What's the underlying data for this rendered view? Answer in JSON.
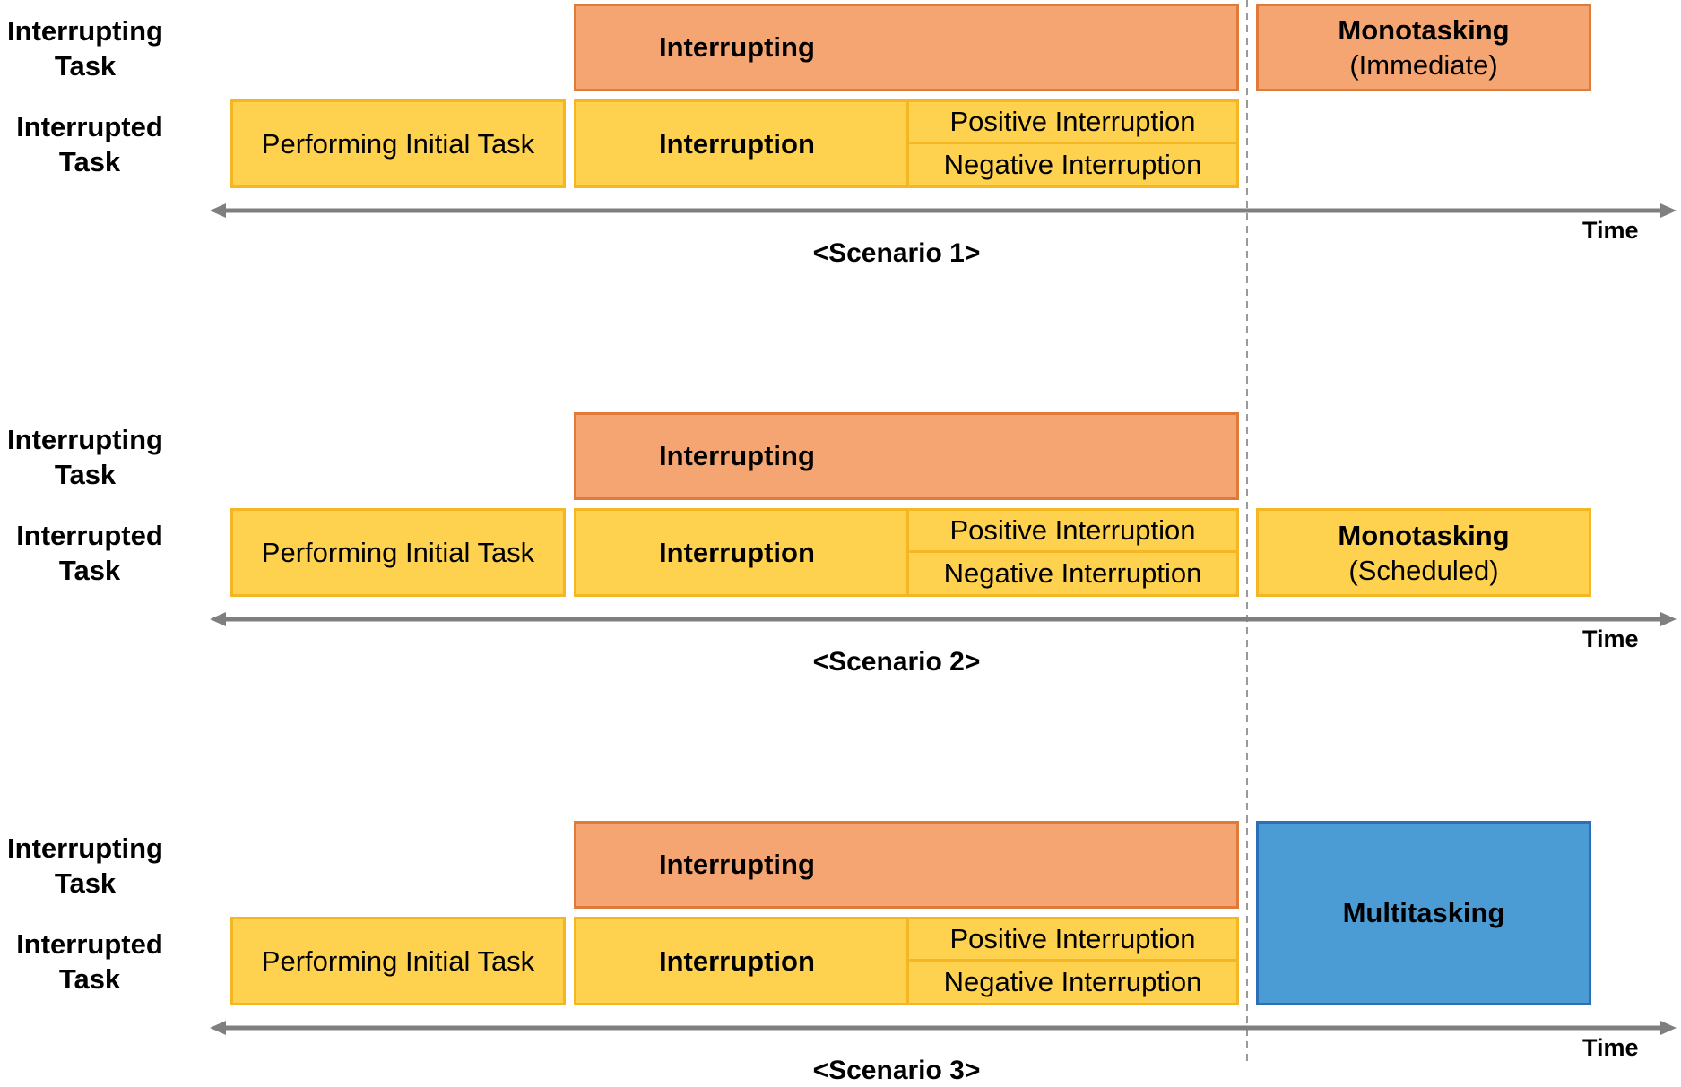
{
  "row_labels": {
    "interrupting": "Interrupting\nTask",
    "interrupted": "Interrupted\nTask"
  },
  "scenarios": [
    {
      "caption": "<Scenario 1>",
      "initial_task": "Performing Initial Task",
      "interrupting": "Interrupting",
      "interruption": "Interruption",
      "positive": "Positive Interruption",
      "negative": "Negative Interruption",
      "outcome_title": "Monotasking",
      "outcome_sub": "(Immediate)",
      "time_label": "Time"
    },
    {
      "caption": "<Scenario 2>",
      "initial_task": "Performing Initial Task",
      "interrupting": "Interrupting",
      "interruption": "Interruption",
      "positive": "Positive Interruption",
      "negative": "Negative Interruption",
      "outcome_title": "Monotasking",
      "outcome_sub": "(Scheduled)",
      "time_label": "Time"
    },
    {
      "caption": "<Scenario 3>",
      "initial_task": "Performing Initial Task",
      "interrupting": "Interrupting",
      "interruption": "Interruption",
      "positive": "Positive Interruption",
      "negative": "Negative Interruption",
      "outcome_title": "Multitasking",
      "time_label": "Time"
    }
  ],
  "colors": {
    "interrupting_fill": "#F4A571",
    "interrupting_border": "#E07A3A",
    "interrupted_fill": "#FED14E",
    "interrupted_border": "#F5B623",
    "multitasking_fill": "#4B9BD5",
    "multitasking_border": "#2B6FB6",
    "axis": "#7F7F7F",
    "divider": "#9A9A9A"
  }
}
